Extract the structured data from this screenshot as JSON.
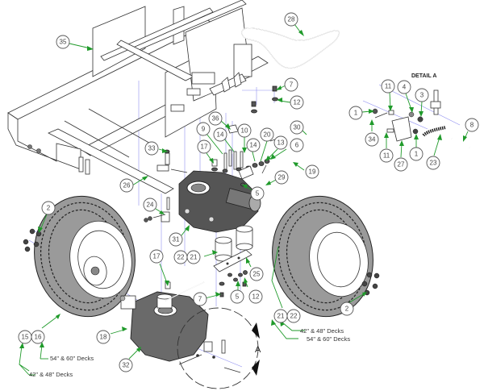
{
  "diagram": {
    "type": "exploded-parts-diagram",
    "detail_title": "DETAIL A",
    "detail_marker": "A",
    "callouts": [
      {
        "id": "c35",
        "label": "35"
      },
      {
        "id": "c28",
        "label": "28"
      },
      {
        "id": "c7a",
        "label": "7"
      },
      {
        "id": "c12a",
        "label": "12"
      },
      {
        "id": "c36",
        "label": "36"
      },
      {
        "id": "c9",
        "label": "9"
      },
      {
        "id": "c10",
        "label": "10"
      },
      {
        "id": "c14a",
        "label": "14"
      },
      {
        "id": "c14b",
        "label": "14"
      },
      {
        "id": "c20",
        "label": "20"
      },
      {
        "id": "c13",
        "label": "13"
      },
      {
        "id": "c30",
        "label": "30"
      },
      {
        "id": "c6",
        "label": "6"
      },
      {
        "id": "c17a",
        "label": "17"
      },
      {
        "id": "c33",
        "label": "33"
      },
      {
        "id": "c19",
        "label": "19"
      },
      {
        "id": "c29",
        "label": "29"
      },
      {
        "id": "c26",
        "label": "26"
      },
      {
        "id": "c5a",
        "label": "5"
      },
      {
        "id": "c24",
        "label": "24"
      },
      {
        "id": "c31",
        "label": "31"
      },
      {
        "id": "c2a",
        "label": "2"
      },
      {
        "id": "c22a",
        "label": "22"
      },
      {
        "id": "c21a",
        "label": "21"
      },
      {
        "id": "c25",
        "label": "25"
      },
      {
        "id": "c17b",
        "label": "17"
      },
      {
        "id": "c7b",
        "label": "7"
      },
      {
        "id": "c5b",
        "label": "5"
      },
      {
        "id": "c12b",
        "label": "12"
      },
      {
        "id": "c18",
        "label": "18"
      },
      {
        "id": "c32",
        "label": "32"
      },
      {
        "id": "c15",
        "label": "15"
      },
      {
        "id": "c16",
        "label": "16"
      },
      {
        "id": "c21b",
        "label": "21"
      },
      {
        "id": "c22b",
        "label": "22"
      },
      {
        "id": "c2b",
        "label": "2"
      },
      {
        "id": "c11a",
        "label": "11"
      },
      {
        "id": "c4",
        "label": "4"
      },
      {
        "id": "c3",
        "label": "3"
      },
      {
        "id": "c1a",
        "label": "1"
      },
      {
        "id": "c8",
        "label": "8"
      },
      {
        "id": "c34",
        "label": "34"
      },
      {
        "id": "c11b",
        "label": "11"
      },
      {
        "id": "c27",
        "label": "27"
      },
      {
        "id": "c1b",
        "label": "1"
      },
      {
        "id": "c23",
        "label": "23"
      }
    ],
    "notes": {
      "right_42_48": "42\" & 48\" Decks",
      "right_54_60": "54\" & 60\" Decks",
      "left_54_60": "54\" & 60\" Decks",
      "left_42_48": "42\" & 48\" Decks"
    },
    "colors": {
      "leader": "#1f9a2a",
      "projection": "#8f8ff0",
      "outline": "#333333"
    }
  }
}
